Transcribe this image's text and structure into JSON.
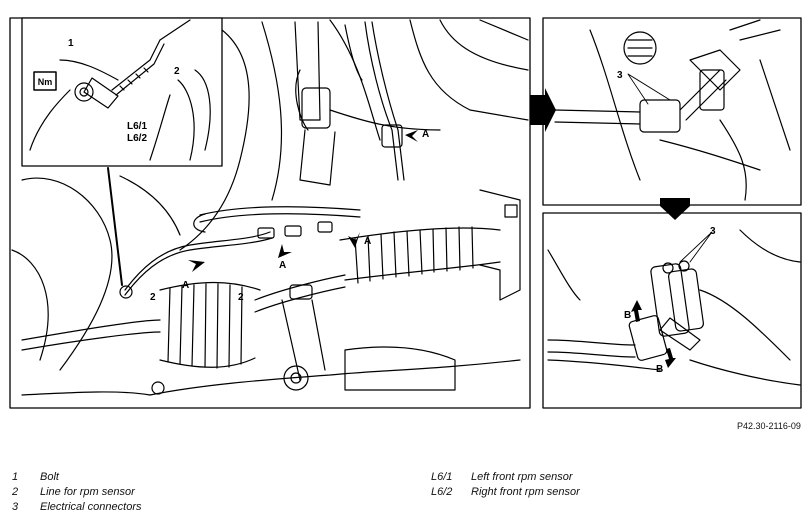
{
  "figure": {
    "ref_code": "P42.30-2116-09",
    "labels": {
      "one": "1",
      "two": "2",
      "three": "3",
      "a": "A",
      "b": "B",
      "nm": "Nm",
      "l61": "L6/1",
      "l62": "L6/2"
    }
  },
  "legend": {
    "left": [
      {
        "num": "1",
        "text": "Bolt"
      },
      {
        "num": "2",
        "text": "Line for rpm sensor"
      },
      {
        "num": "3",
        "text": "Electrical connectors"
      }
    ],
    "right": [
      {
        "num": "L6/1",
        "text": "Left front rpm sensor"
      },
      {
        "num": "L6/2",
        "text": "Right front rpm sensor"
      }
    ]
  },
  "colors": {
    "line": "#000000",
    "background": "#ffffff"
  }
}
